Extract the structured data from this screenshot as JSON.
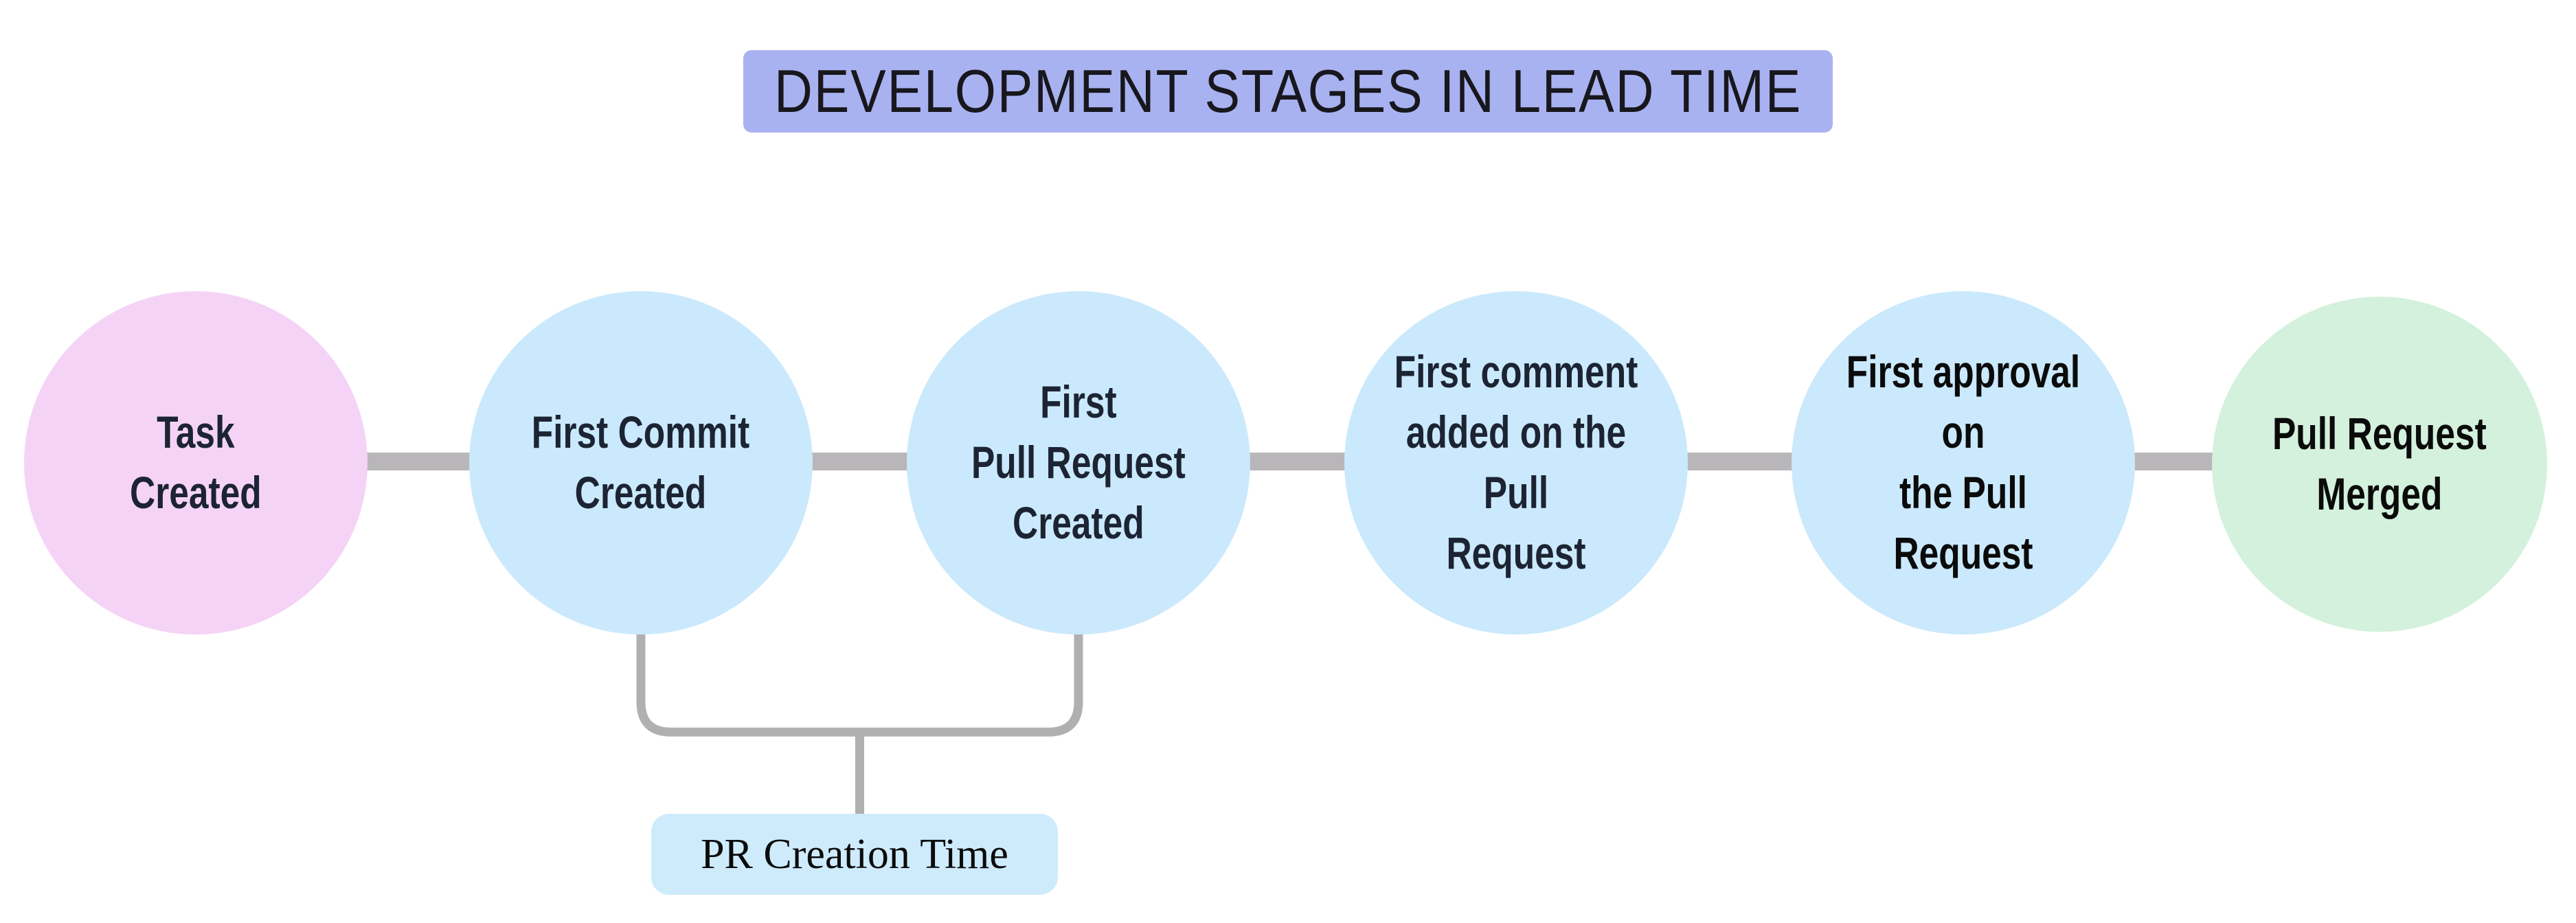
{
  "title": {
    "text": "DEVELOPMENT STAGES IN LEAD TIME"
  },
  "colors": {
    "title_bg": "#a9b2f0",
    "title_text": "#17171d",
    "connector": "#b9b6b9",
    "bracket": "#b0b0b0",
    "annotation_bg": "#ceebfc",
    "annotation_text": "#0b0b0b"
  },
  "stages": [
    {
      "id": "task-created",
      "label": "Task\nCreated",
      "fill": "#f5d3f7",
      "text_color": "#1c2433"
    },
    {
      "id": "first-commit-created",
      "label": "First Commit\nCreated",
      "fill": "#cbe9fc",
      "text_color": "#1c2433"
    },
    {
      "id": "first-pull-request-created",
      "label": "First\nPull Request\nCreated",
      "fill": "#cbe9fc",
      "text_color": "#1c2433"
    },
    {
      "id": "first-comment-added",
      "label": "First comment\nadded on the Pull\nRequest",
      "fill": "#cbe9fc",
      "text_color": "#1c2433"
    },
    {
      "id": "first-approval",
      "label": "First approval on\nthe Pull Request",
      "fill": "#cbe9fc",
      "text_color": "#0b0b0b"
    },
    {
      "id": "pull-request-merged",
      "label": "Pull Request\nMerged",
      "fill": "#d3f1dc",
      "text_color": "#0b0b0b"
    }
  ],
  "annotation": {
    "label": "PR Creation Time",
    "spans": [
      "First Commit Created",
      "First Pull Request Created"
    ]
  }
}
